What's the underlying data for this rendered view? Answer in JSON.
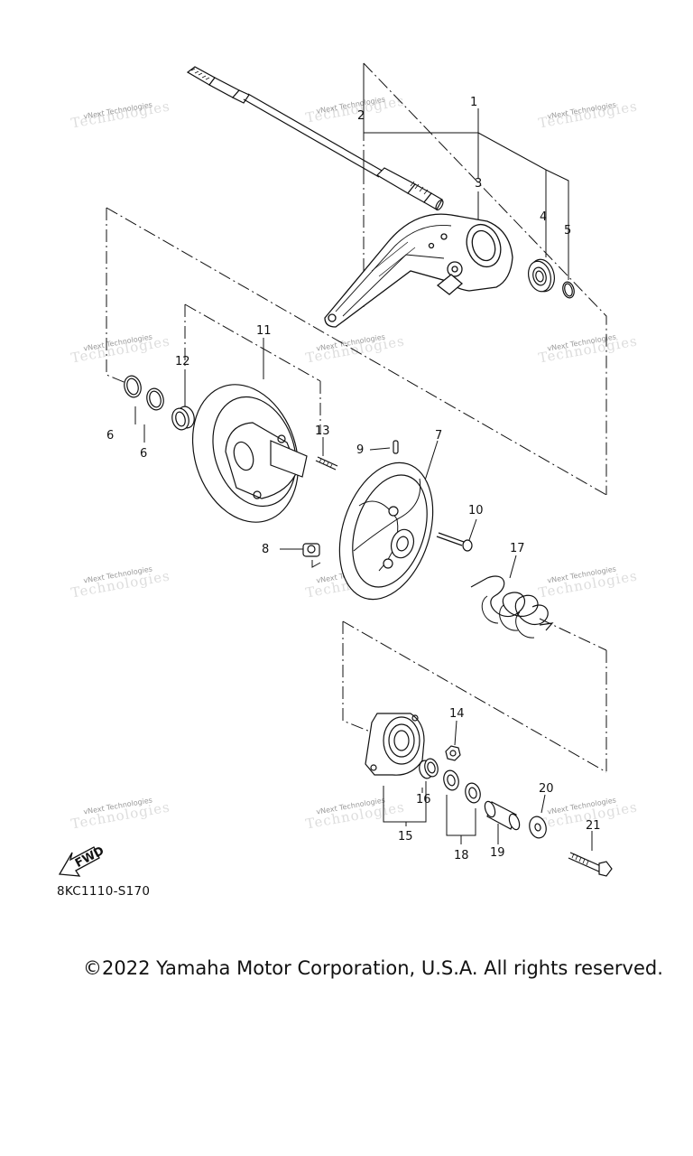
{
  "watermark": {
    "text": "vNext Technologies"
  },
  "diagram_code": "8KC1110-S170",
  "copyright": "©2022 Yamaha Motor Corporation, U.S.A. All rights reserved.",
  "fwd_label": "FWD",
  "callouts": [
    "1",
    "2",
    "3",
    "4",
    "5",
    "6",
    "6",
    "7",
    "8",
    "9",
    "10",
    "11",
    "12",
    "13",
    "14",
    "15",
    "16",
    "17",
    "18",
    "19",
    "20",
    "21"
  ]
}
